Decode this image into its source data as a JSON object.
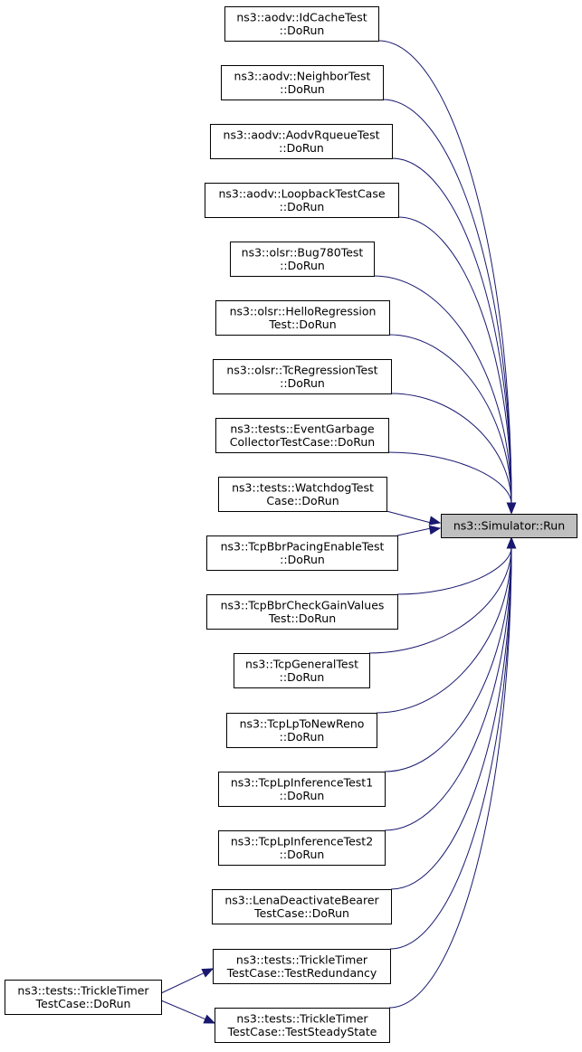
{
  "graph": {
    "target": {
      "id": "run",
      "lines": [
        "ns3::Simulator::Run"
      ]
    },
    "callers": [
      {
        "id": "idcache",
        "lines": [
          "ns3::aodv::IdCacheTest",
          "::DoRun"
        ]
      },
      {
        "id": "neighbor",
        "lines": [
          "ns3::aodv::NeighborTest",
          "::DoRun"
        ]
      },
      {
        "id": "rqueue",
        "lines": [
          "ns3::aodv::AodvRqueueTest",
          "::DoRun"
        ]
      },
      {
        "id": "loopback",
        "lines": [
          "ns3::aodv::LoopbackTestCase",
          "::DoRun"
        ]
      },
      {
        "id": "bug780",
        "lines": [
          "ns3::olsr::Bug780Test",
          "::DoRun"
        ]
      },
      {
        "id": "hello",
        "lines": [
          "ns3::olsr::HelloRegression",
          "Test::DoRun"
        ]
      },
      {
        "id": "tcreg",
        "lines": [
          "ns3::olsr::TcRegressionTest",
          "::DoRun"
        ]
      },
      {
        "id": "eventgarbage",
        "lines": [
          "ns3::tests::EventGarbage",
          "CollectorTestCase::DoRun"
        ]
      },
      {
        "id": "watchdog",
        "lines": [
          "ns3::tests::WatchdogTest",
          "Case::DoRun"
        ]
      },
      {
        "id": "bbrpacing",
        "lines": [
          "ns3::TcpBbrPacingEnableTest",
          "::DoRun"
        ]
      },
      {
        "id": "bbrgain",
        "lines": [
          "ns3::TcpBbrCheckGainValues",
          "Test::DoRun"
        ]
      },
      {
        "id": "tcpgeneral",
        "lines": [
          "ns3::TcpGeneralTest",
          "::DoRun"
        ]
      },
      {
        "id": "lpnewreno",
        "lines": [
          "ns3::TcpLpToNewReno",
          "::DoRun"
        ]
      },
      {
        "id": "lpinf1",
        "lines": [
          "ns3::TcpLpInferenceTest1",
          "::DoRun"
        ]
      },
      {
        "id": "lpinf2",
        "lines": [
          "ns3::TcpLpInferenceTest2",
          "::DoRun"
        ]
      },
      {
        "id": "lena",
        "lines": [
          "ns3::LenaDeactivateBearer",
          "TestCase::DoRun"
        ]
      },
      {
        "id": "trickle_red",
        "lines": [
          "ns3::tests::TrickleTimer",
          "TestCase::TestRedundancy"
        ]
      },
      {
        "id": "trickle_ss",
        "lines": [
          "ns3::tests::TrickleTimer",
          "TestCase::TestSteadyState"
        ]
      }
    ],
    "outer": {
      "id": "trickle_dorun",
      "lines": [
        "ns3::tests::TrickleTimer",
        "TestCase::DoRun"
      ]
    },
    "edges": [
      {
        "from": "idcache",
        "to": "run"
      },
      {
        "from": "neighbor",
        "to": "run"
      },
      {
        "from": "rqueue",
        "to": "run"
      },
      {
        "from": "loopback",
        "to": "run"
      },
      {
        "from": "bug780",
        "to": "run"
      },
      {
        "from": "hello",
        "to": "run"
      },
      {
        "from": "tcreg",
        "to": "run"
      },
      {
        "from": "eventgarbage",
        "to": "run"
      },
      {
        "from": "watchdog",
        "to": "run"
      },
      {
        "from": "bbrpacing",
        "to": "run"
      },
      {
        "from": "bbrgain",
        "to": "run"
      },
      {
        "from": "tcpgeneral",
        "to": "run"
      },
      {
        "from": "lpnewreno",
        "to": "run"
      },
      {
        "from": "lpinf1",
        "to": "run"
      },
      {
        "from": "lpinf2",
        "to": "run"
      },
      {
        "from": "lena",
        "to": "run"
      },
      {
        "from": "trickle_red",
        "to": "run"
      },
      {
        "from": "trickle_ss",
        "to": "run"
      },
      {
        "from": "trickle_dorun",
        "to": "trickle_red"
      },
      {
        "from": "trickle_dorun",
        "to": "trickle_ss"
      }
    ],
    "colors": {
      "edge": "#191970",
      "target_fill": "#bfbfbf",
      "node_fill": "#ffffff",
      "node_border": "#000000"
    }
  }
}
